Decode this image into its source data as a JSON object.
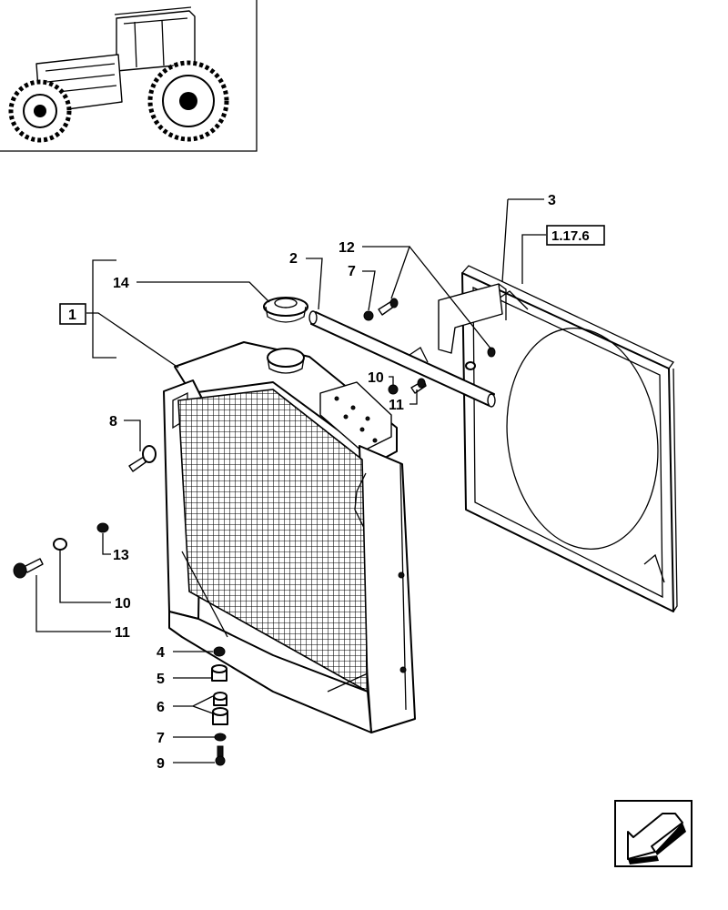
{
  "diagram": {
    "callouts": [
      {
        "id": "c-3",
        "text": "3"
      },
      {
        "id": "c-1176",
        "text": "1.17.6"
      },
      {
        "id": "c-2",
        "text": "2"
      },
      {
        "id": "c-12",
        "text": "12"
      },
      {
        "id": "c-7a",
        "text": "7"
      },
      {
        "id": "c-14",
        "text": "14"
      },
      {
        "id": "c-1",
        "text": "1"
      },
      {
        "id": "c-10a",
        "text": "10"
      },
      {
        "id": "c-11a",
        "text": "11"
      },
      {
        "id": "c-8",
        "text": "8"
      },
      {
        "id": "c-13",
        "text": "13"
      },
      {
        "id": "c-10b",
        "text": "10"
      },
      {
        "id": "c-11b",
        "text": "11"
      },
      {
        "id": "c-4",
        "text": "4"
      },
      {
        "id": "c-5",
        "text": "5"
      },
      {
        "id": "c-6",
        "text": "6"
      },
      {
        "id": "c-7b",
        "text": "7"
      },
      {
        "id": "c-9",
        "text": "9"
      }
    ]
  }
}
